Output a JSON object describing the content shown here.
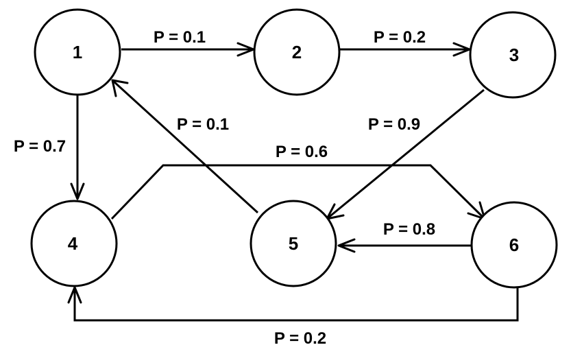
{
  "nodes": [
    {
      "id": "1",
      "label": "1"
    },
    {
      "id": "2",
      "label": "2"
    },
    {
      "id": "3",
      "label": "3"
    },
    {
      "id": "4",
      "label": "4"
    },
    {
      "id": "5",
      "label": "5"
    },
    {
      "id": "6",
      "label": "6"
    }
  ],
  "edges": [
    {
      "from": "1",
      "to": "2",
      "label": "P = 0.1"
    },
    {
      "from": "2",
      "to": "3",
      "label": "P = 0.2"
    },
    {
      "from": "1",
      "to": "4",
      "label": "P = 0.7"
    },
    {
      "from": "5",
      "to": "1",
      "label": "P = 0.1"
    },
    {
      "from": "3",
      "to": "5",
      "label": "P = 0.9"
    },
    {
      "from": "4",
      "to": "6",
      "label": "P = 0.6"
    },
    {
      "from": "6",
      "to": "5",
      "label": "P = 0.8"
    },
    {
      "from": "6",
      "to": "4",
      "label": "P = 0.2"
    }
  ]
}
